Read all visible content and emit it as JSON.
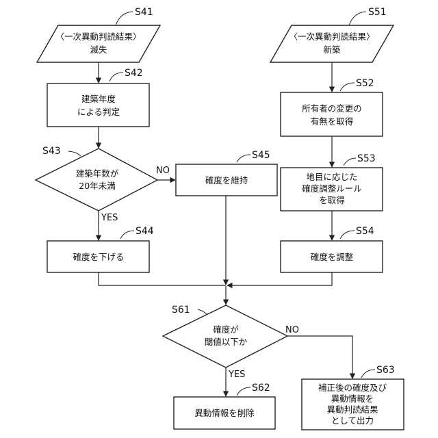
{
  "steps": {
    "s41": {
      "id": "S41",
      "lines": [
        "〈一次異動判読結果〉",
        "滅失"
      ]
    },
    "s42": {
      "id": "S42",
      "lines": [
        "建築年度",
        "による判定"
      ]
    },
    "s43": {
      "id": "S43",
      "lines": [
        "建築年数が",
        "20年未満"
      ]
    },
    "s44": {
      "id": "S44",
      "lines": [
        "確度を下げる"
      ]
    },
    "s45": {
      "id": "S45",
      "lines": [
        "確度を維持"
      ]
    },
    "s51": {
      "id": "S51",
      "lines": [
        "〈一次異動判読結果〉",
        "新築"
      ]
    },
    "s52": {
      "id": "S52",
      "lines": [
        "所有者の変更の",
        "有無を取得"
      ]
    },
    "s53": {
      "id": "S53",
      "lines": [
        "地目に応じた",
        "確度調整ルール",
        "を取得"
      ]
    },
    "s54": {
      "id": "S54",
      "lines": [
        "確度を調整"
      ]
    },
    "s61": {
      "id": "S61",
      "lines": [
        "確度が",
        "閾値以下か"
      ]
    },
    "s62": {
      "id": "S62",
      "lines": [
        "異動情報を削除"
      ]
    },
    "s63": {
      "id": "S63",
      "lines": [
        "補正後の確度及び",
        "異動情報を",
        "異動判読結果",
        "として出力"
      ]
    }
  },
  "branch_labels": {
    "s43_no": "NO",
    "s43_yes": "YES",
    "s61_no": "NO",
    "s61_yes": "YES"
  }
}
